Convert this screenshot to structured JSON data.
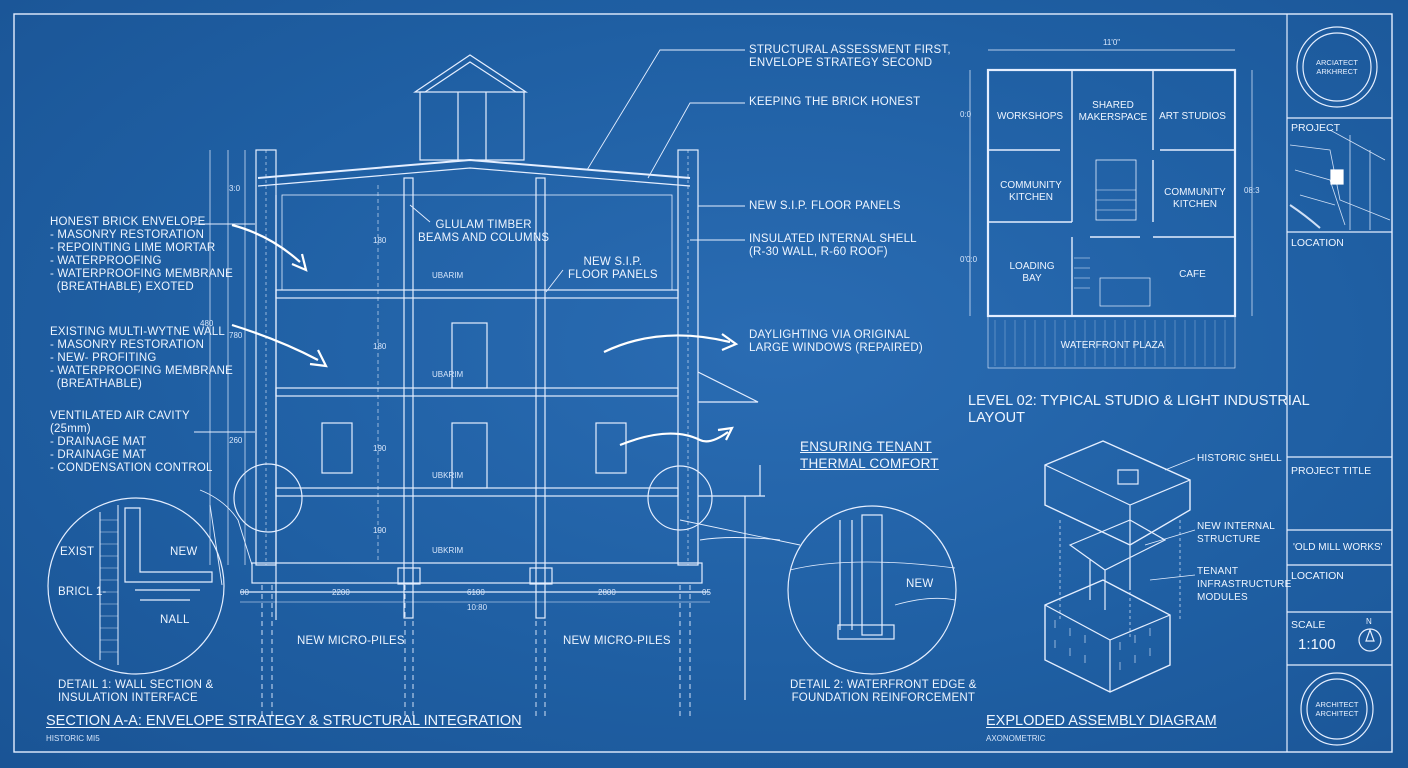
{
  "section": {
    "title": "SECTION A-A: ENVELOPE STRATEGY & STRUCTURAL INTEGRATION",
    "subtitle": "HISTORIC MI5",
    "callout_structural": "STRUCTURAL ASSESSMENT FIRST,\nENVELOPE STRATEGY SECOND",
    "callout_brick": "KEEPING THE BRICK HONEST",
    "callout_sip_right": "NEW S.I.P. FLOOR PANELS",
    "callout_shell": "INSULATED INTERNAL SHELL\n(R-30 WALL, R-60 ROOF)",
    "callout_daylight": "DAYLIGHTING VIA ORIGINAL\nLARGE WINDOWS (REPAIRED)",
    "callout_glulam": "GLULAM TIMBER\nBEAMS AND COLUMNS",
    "callout_sip_mid": "NEW S.I.P.\nFLOOR PANELS",
    "callout_honest": "HONEST BRICK ENVELOPE\n- MASONRY RESTORATION\n- REPOINTING LIME MORTAR\n- WATERPROOFING\n- WATERPROOFING MEMBRANE\n  (BREATHABLE) EXOTED",
    "callout_multiwythe": "EXISTING MULTI-WYTNE WALL\n- MASONRY RESTORATION\n- NEW- PROFITING\n- WATERPROOFING MEMBRANE\n  (BREATHABLE)",
    "callout_cavity": "VENTILATED AIR CAVITY\n(25mm)\n- DRAINAGE MAT\n- DRAINAGE MAT\n- CONDENSATION CONTROL",
    "callout_thermal": "ENSURING TENANT\nTHERMAL COMFORT",
    "micropiles_left": "NEW MICRO-PILES",
    "micropiles_right": "NEW MICRO-PILES",
    "level_tags": [
      "UBARIM",
      "UBARIM",
      "UBKRIM",
      "UBKRIM"
    ],
    "dims_bottom": [
      "00",
      "2200",
      "6100",
      "10:80",
      "2800",
      "05"
    ],
    "dims_vertical": [
      "180",
      "180",
      "190",
      "190"
    ],
    "dims_left": [
      "3:0",
      "780",
      "480",
      "260"
    ]
  },
  "detail1": {
    "labels": [
      "EXIST",
      "NEW",
      "BRICL 1-",
      "NALL"
    ],
    "caption": "DETAIL 1: WALL SECTION &\nINSULATION INTERFACE"
  },
  "detail2": {
    "label": "NEW",
    "caption": "DETAIL 2: WATERFRONT EDGE &\nFOUNDATION REINFORCEMENT"
  },
  "plan": {
    "title": "LEVEL 02: TYPICAL STUDIO & LIGHT INDUSTRIAL\nLAYOUT",
    "dim_top": "11'0\"",
    "dims_left": [
      "0:0",
      "0'0:0"
    ],
    "dim_right": "08:3",
    "rooms": [
      "WORKSHOPS",
      "SHARED\nMAKERSPACE",
      "ART STUDIOS",
      "COMMUNITY\nKITCHEN",
      "COMMUNITY\nKITCHEN",
      "LOADING\nBAY",
      "CAFE"
    ],
    "plaza": "WATERFRONT PLAZA"
  },
  "exploded": {
    "title": "EXPLODED ASSEMBLY DIAGRAM",
    "subtitle": "AXONOMETRIC",
    "callouts": [
      "HISTORIC SHELL",
      "NEW INTERNAL\nSTRUCTURE",
      "TENANT\nINFRASTRUCTURE\nMODULES"
    ]
  },
  "title_block": {
    "seal_top": "ARCIATECT\nARKHRECT",
    "project": "PROJECT",
    "location": "LOCATION",
    "project_title": "PROJECT TITLE",
    "project_name": "'OLD MILL WORKS'",
    "location2": "LOCATION",
    "scale_label": "SCALE",
    "scale_value": "1:100",
    "north": "N",
    "seal_bottom": "ARCHITECT\nARCHITECT"
  },
  "colors": {
    "paper": "#1f5fa3",
    "line": "#e8f1ff"
  }
}
